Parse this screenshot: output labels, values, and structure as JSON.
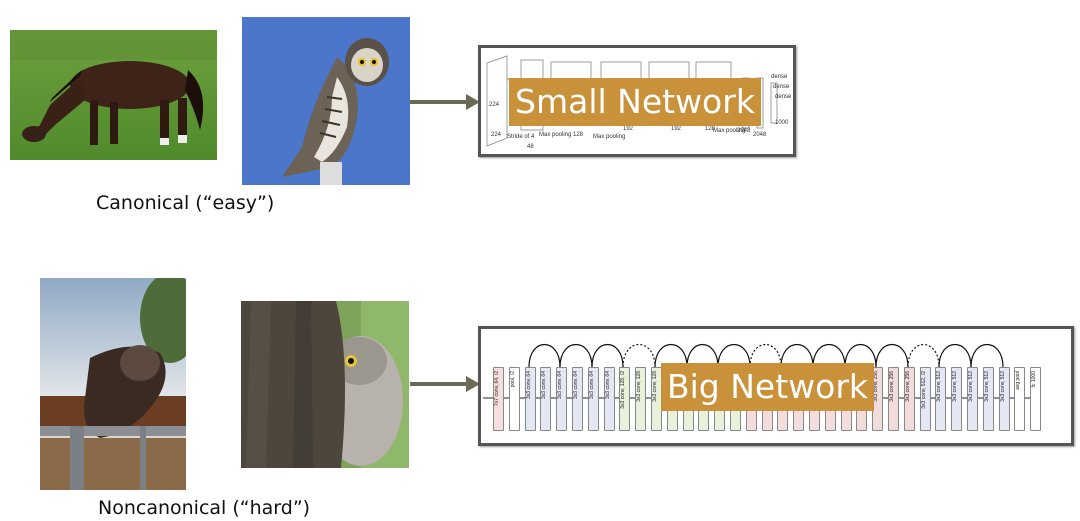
{
  "rows": [
    {
      "caption": "Canonical (“easy”)",
      "network_label": "Small Network",
      "images": [
        "horse-grazing",
        "owl-perched"
      ]
    },
    {
      "caption": "Noncanonical (“hard”)",
      "network_label": "Big Network",
      "images": [
        "horse-closeup",
        "owl-behind-tree"
      ]
    }
  ],
  "small_network_fragments": [
    "Max pooling",
    "Max pooling",
    "Max pooling",
    "dense",
    "dense",
    "dense",
    "224",
    "224",
    "Stride of 4",
    "48",
    "128",
    "192",
    "192",
    "128",
    "2048",
    "2048",
    "1000"
  ],
  "big_network_layers": [
    {
      "label": "7x7 conv, 64, /2",
      "color": "first"
    },
    {
      "label": "pool, /2",
      "color": "white"
    },
    {
      "label": "3x3 conv, 64",
      "color": "blue"
    },
    {
      "label": "3x3 conv, 64",
      "color": "blue"
    },
    {
      "label": "3x3 conv, 64",
      "color": "blue"
    },
    {
      "label": "3x3 conv, 64",
      "color": "blue"
    },
    {
      "label": "3x3 conv, 64",
      "color": "blue"
    },
    {
      "label": "3x3 conv, 64",
      "color": "blue"
    },
    {
      "label": "3x3 conv, 128, /2",
      "color": "green"
    },
    {
      "label": "3x3 conv, 128",
      "color": "green"
    },
    {
      "label": "3x3 conv, 128",
      "color": "green"
    },
    {
      "label": "3x",
      "color": "green"
    },
    {
      "label": "3x",
      "color": "green"
    },
    {
      "label": "3x",
      "color": "green"
    },
    {
      "label": "3x",
      "color": "green"
    },
    {
      "label": "3x",
      "color": "green"
    },
    {
      "label": "3x3",
      "color": "pink"
    },
    {
      "label": "3x",
      "color": "pink"
    },
    {
      "label": "3x",
      "color": "pink"
    },
    {
      "label": "3x",
      "color": "pink"
    },
    {
      "label": "3x",
      "color": "pink"
    },
    {
      "label": "3x",
      "color": "pink"
    },
    {
      "label": "3x",
      "color": "pink"
    },
    {
      "label": "3x",
      "color": "pink"
    },
    {
      "label": "3x3 conv, 256",
      "color": "pink"
    },
    {
      "label": "3x3 conv, 256",
      "color": "pink"
    },
    {
      "label": "3x3 conv, 256",
      "color": "pink"
    },
    {
      "label": "3x3 conv, 512, /2",
      "color": "blue"
    },
    {
      "label": "3x3 conv, 512",
      "color": "blue"
    },
    {
      "label": "3x3 conv, 512",
      "color": "blue"
    },
    {
      "label": "3x3 conv, 512",
      "color": "blue"
    },
    {
      "label": "3x3 conv, 512",
      "color": "blue"
    },
    {
      "label": "3x3 conv, 512",
      "color": "blue"
    },
    {
      "label": "avg pool",
      "color": "white"
    },
    {
      "label": "fc 1000",
      "color": "white"
    }
  ],
  "colors": {
    "label_bg": "#c9913a",
    "arrow": "#6b6a55",
    "sky_blue": "#4b76c9"
  }
}
